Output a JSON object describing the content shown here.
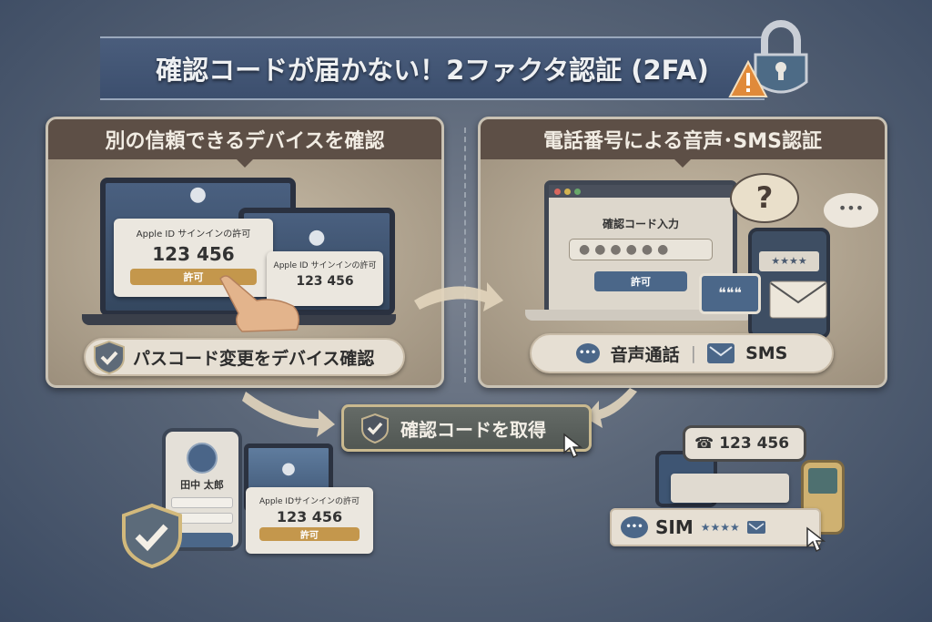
{
  "title": "確認コードが届かない！2ファクタ認証 (2FA)",
  "left_panel": {
    "header": "別の信頼できるデバイスを確認",
    "dialog1": {
      "title": "Apple ID サインインの許可",
      "code": "123 456",
      "button": "許可"
    },
    "dialog2": {
      "title": "Apple ID サインインの許可",
      "code": "123 456"
    },
    "pill": "パスコード変更をデバイス確認"
  },
  "right_panel": {
    "header": "電話番号による音声･SMS認証",
    "dialog": {
      "title": "確認コード入力",
      "input_mask": "●●●●●●",
      "button": "許可"
    },
    "phone_mask": "★★★★",
    "pill": {
      "voice": "音声通話",
      "separator": "|",
      "sms": "SMS"
    }
  },
  "center_button": "確認コードを取得",
  "bottom_left": {
    "name": "田中 太郎",
    "dialog": {
      "title": "Apple IDサインインの許可",
      "code": "123 456",
      "button": "許可"
    }
  },
  "bottom_right": {
    "bubble_code": "123 456",
    "pill": "SIM",
    "pill_mask": "★★★★"
  },
  "colors": {
    "background": "#4a5a70",
    "panel_header": "#5d4f46",
    "gold": "#c4974c",
    "blue": "#4b6789",
    "warning": "#e08a3a"
  }
}
